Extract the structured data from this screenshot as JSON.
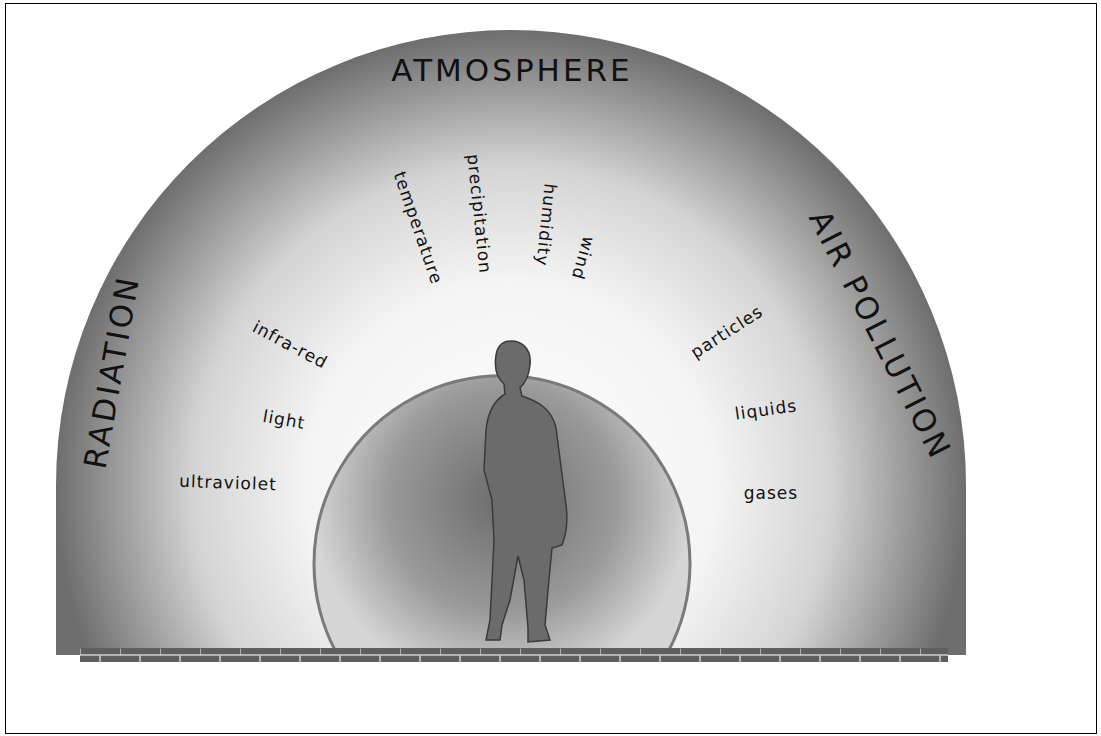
{
  "diagram": {
    "labels": [
      "ATMOSPHERE",
      "RADIATION",
      "AIR POLLUTION",
      "temperature",
      "precipitation",
      "humidity",
      "wind",
      "infra-red",
      "light",
      "ultraviolet",
      "particles",
      "liquids",
      "gases"
    ]
  }
}
